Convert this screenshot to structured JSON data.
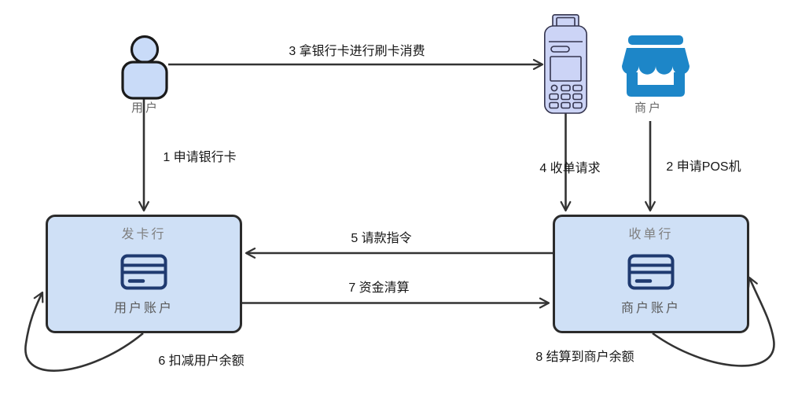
{
  "diagram": {
    "actors": {
      "user": "用户",
      "merchant": "商户"
    },
    "nodes": {
      "issuer": {
        "title": "发卡行",
        "account": "用户账户"
      },
      "acquirer": {
        "title": "收单行",
        "account": "商户账户"
      }
    },
    "edges": {
      "e1": "1 申请银行卡",
      "e2": "2 申请POS机",
      "e3": "3 拿银行卡进行刷卡消费",
      "e4": "4 收单请求",
      "e5": "5 请款指令",
      "e6": "6 扣减用户余额",
      "e7": "7 资金清算",
      "e8": "8 结算到商户余额"
    },
    "colors": {
      "node_fill": "#cfe0f6",
      "node_border": "#2b2b2b",
      "arrow": "#333333",
      "storefront_blue": "#1d86c8",
      "card_stroke": "#1f3a70",
      "person_fill": "#c9dbf8",
      "pos_fill": "#ccd4f6",
      "node_title_gray": "#7f7f7f",
      "account_gray": "#595959",
      "edge_label_black": "#161616"
    }
  }
}
